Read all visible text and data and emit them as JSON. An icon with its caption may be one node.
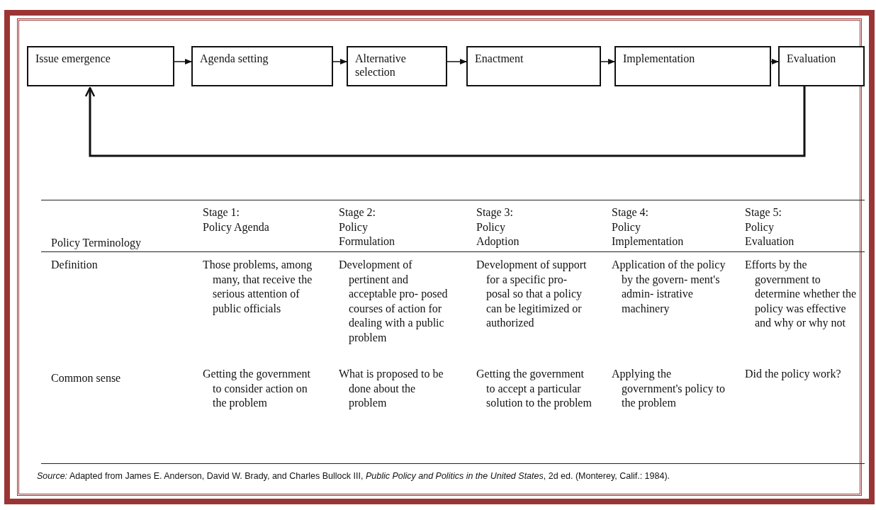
{
  "diagram": {
    "caption": "*Source:* Adapted from James E. Anderson, David W. Brady, and Charles Bullock III, *Public Policy and Politics in the United States*, 2d ed. (Monterey, Calif.: 1984).",
    "nodes": [
      {
        "text": [
          "Issue emergence"
        ]
      },
      {
        "text": [
          "Agenda setting"
        ]
      },
      {
        "text": [
          "Alternative selection"
        ]
      },
      {
        "text": [
          "Enactment"
        ]
      },
      {
        "text": [
          "Implementation"
        ]
      },
      {
        "text": [
          "Evaluation"
        ]
      }
    ],
    "edges": [
      {
        "from": 0,
        "to": 1,
        "arrow": "to"
      },
      {
        "from": 1,
        "to": 2,
        "arrow": "to"
      },
      {
        "from": 2,
        "to": 3,
        "arrow": "to"
      },
      {
        "from": 3,
        "to": 4,
        "arrow": "to"
      },
      {
        "from": 4,
        "to": 5,
        "arrow": "to"
      },
      {
        "from": 5,
        "to": 0,
        "arrow": "to"
      }
    ],
    "labels": [
      "Policy Terminology",
      "Stage 1: Policy Agenda",
      "Stage 2: Policy Formulation",
      "Stage 3: Policy Adoption",
      "Stage 4: Policy Implementation",
      "Stage 5: Policy Evaluation",
      "Definition",
      "Those problems, among many, that receive the serious attention of public officials",
      "Development of pertinent and acceptable pro- posed courses of action for dealing with a public problem",
      "Development of support for a specific pro- posal so that a policy can be legitimized or authorized",
      "Application of the policy by the govern- ment's admin- istrative machinery",
      "Efforts by the government to determine whether the policy was effective and why or why not",
      "Common sense",
      "Getting the government to consider action on the problem",
      "What is proposed to be done about the problem",
      "Getting the government to accept a particular solution to the problem",
      "Applying the government's policy to the problem",
      "Did the policy work?"
    ]
  }
}
